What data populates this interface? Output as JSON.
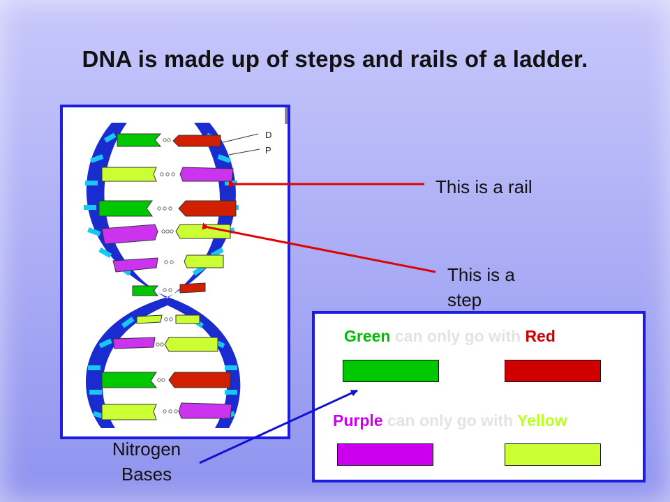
{
  "title": "DNA is made up of steps and rails of a ladder.",
  "diagram": {
    "strand_labels": [
      "D",
      "P"
    ],
    "labels": {
      "rail": "This is a rail",
      "step": "This is a step",
      "bases": "Nitrogen Bases"
    }
  },
  "key": {
    "rule1": {
      "first": "Green",
      "middle": " can only go with ",
      "second": "Red"
    },
    "rule2": {
      "first": "Purple",
      "middle": " can only go with ",
      "second": "Yellow"
    }
  },
  "colors": {
    "green": "#00c800",
    "red": "#d00000",
    "purple": "#cc00ee",
    "yellow": "#ccff33",
    "backbone": "#1a2bd0",
    "backbone_inner": "#18c8f0",
    "arrow_red": "#e00000",
    "arrow_blue": "#1010d0"
  }
}
